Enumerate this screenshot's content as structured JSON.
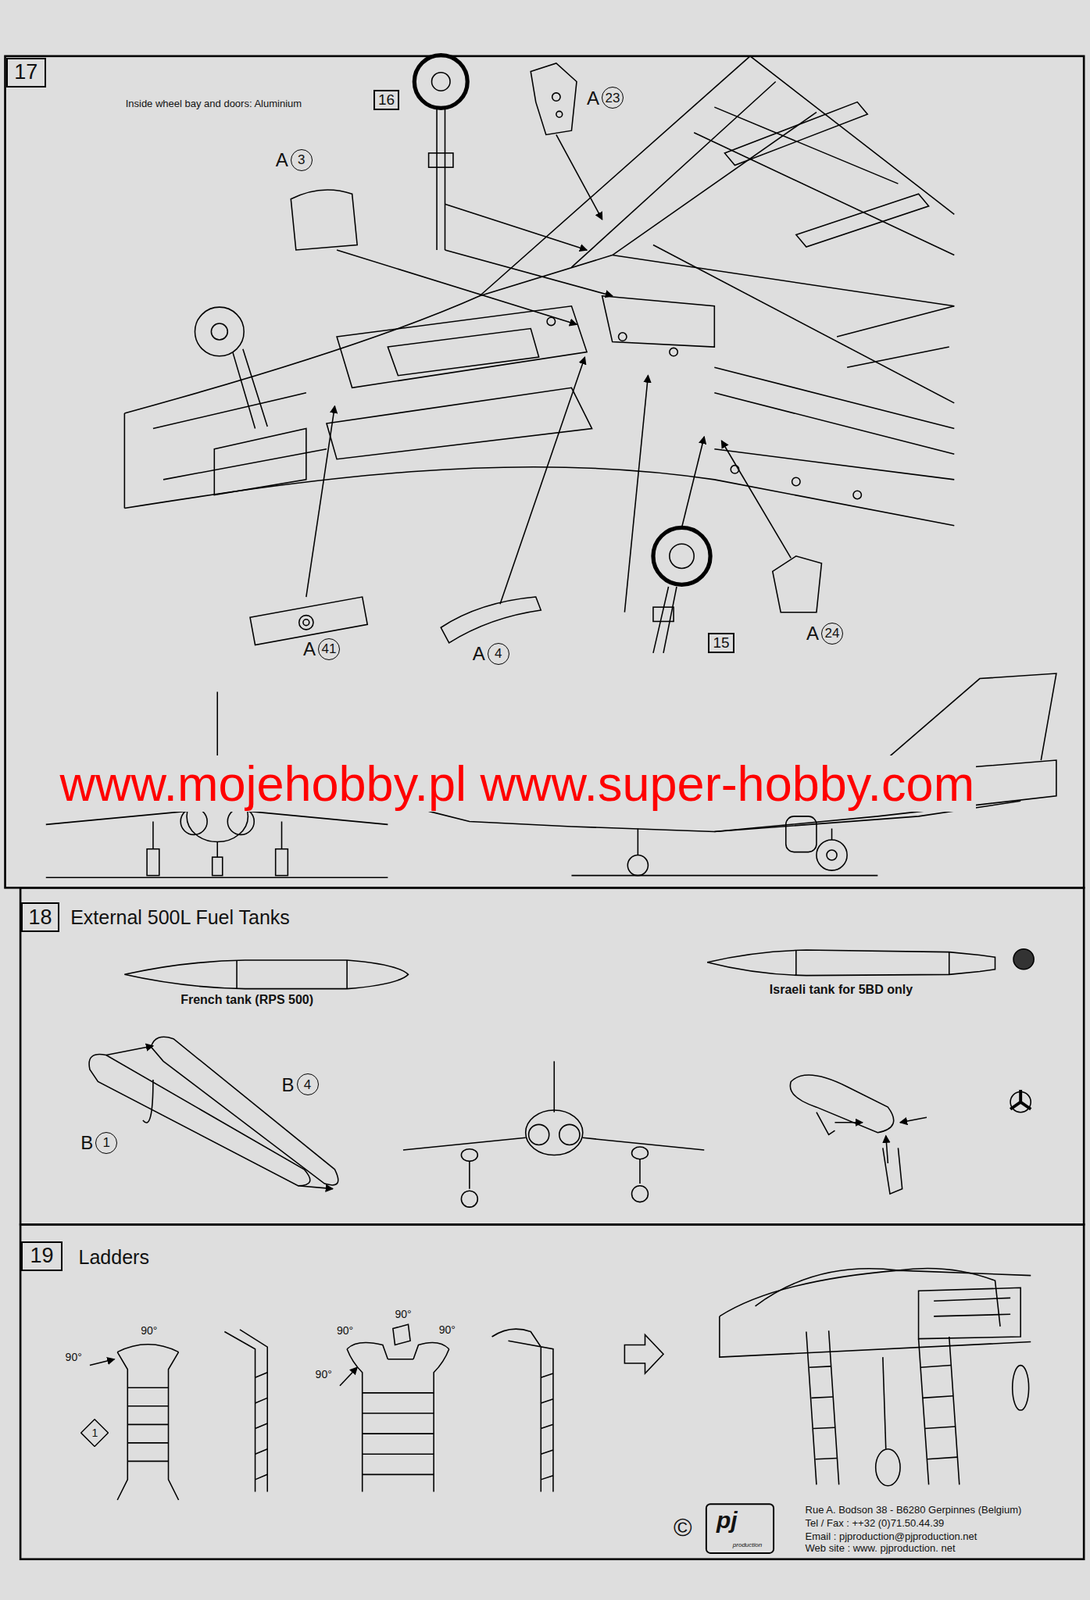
{
  "diagram": {
    "nodes": [
      {
        "text": [
          "17"
        ]
      },
      {
        "text": [
          "16"
        ]
      },
      {
        "text": [
          "A",
          "23"
        ]
      },
      {
        "text": [
          "A",
          "3"
        ]
      },
      {
        "text": [
          "A",
          "41"
        ]
      },
      {
        "text": [
          "A",
          "4"
        ]
      },
      {
        "text": [
          "15"
        ]
      },
      {
        "text": [
          "A",
          "24"
        ]
      },
      {
        "text": [
          "18"
        ]
      },
      {
        "text": [
          "B",
          "4"
        ]
      },
      {
        "text": [
          "B",
          "1"
        ]
      },
      {
        "text": [
          "19"
        ]
      },
      {
        "text": [
          "1"
        ]
      }
    ],
    "labels": [
      "Inside wheel bay and doors: Aluminium",
      "www.mojehobby.pl www.super-hobby.com",
      "External 500L Fuel Tanks",
      "French tank (RPS 500)",
      "Israeli tank for 5BD only",
      "Ladders",
      "90°",
      "90°",
      "90°",
      "90°",
      "90°",
      "90°",
      "©",
      "pj",
      "production",
      "Rue A. Bodson 38 - B6280 Gerpinnes (Belgium)",
      "Tel / Fax : ++32 (0)71.50.44.39",
      "Email : pjproduction@pjproduction.net",
      "Web site : www. pjproduction. net"
    ]
  }
}
